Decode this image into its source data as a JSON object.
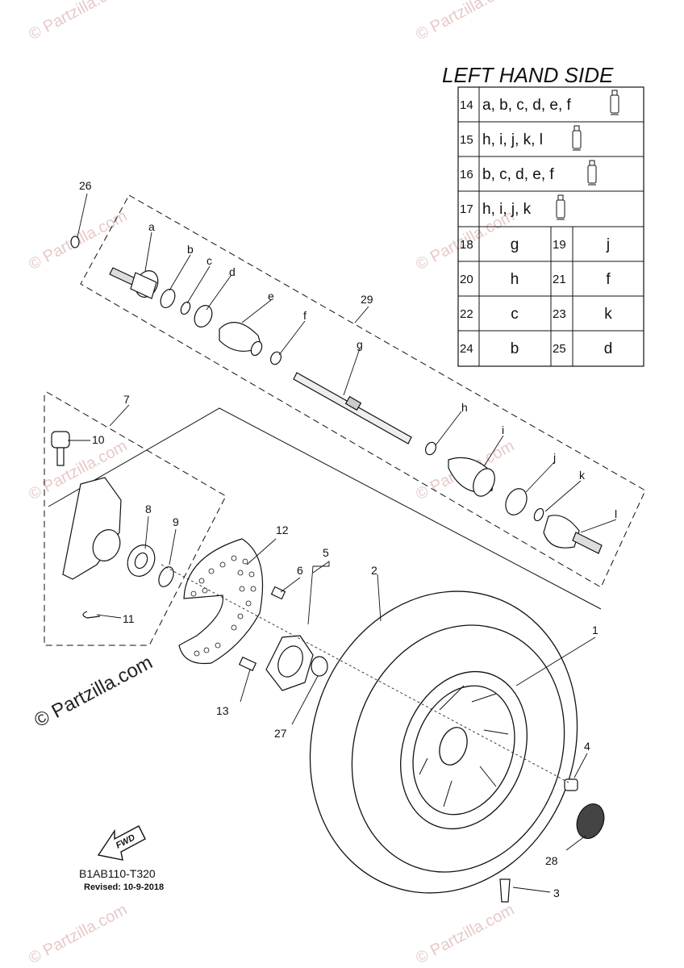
{
  "watermark": {
    "text": "© Partzilla.com",
    "main_text": "© Partzilla.com"
  },
  "table": {
    "title": "LEFT HAND SIDE",
    "lube_rows": [
      {
        "num": "14",
        "letters": "a, b, c, d, e, f"
      },
      {
        "num": "15",
        "letters": "h, i, j, k, l"
      },
      {
        "num": "16",
        "letters": "b, c, d, e, f"
      },
      {
        "num": "17",
        "letters": "h, i, j, k"
      }
    ],
    "pair_rows": [
      {
        "n1": "18",
        "v1": "g",
        "n2": "19",
        "v2": "j"
      },
      {
        "n1": "20",
        "v1": "h",
        "n2": "21",
        "v2": "f"
      },
      {
        "n1": "22",
        "v1": "c",
        "n2": "23",
        "v2": "k"
      },
      {
        "n1": "24",
        "v1": "b",
        "n2": "25",
        "v2": "d"
      }
    ]
  },
  "callouts": {
    "c1": "1",
    "c2": "2",
    "c3": "3",
    "c4": "4",
    "c5": "5",
    "c6": "6",
    "c7": "7",
    "c8": "8",
    "c9": "9",
    "c10": "10",
    "c11": "11",
    "c12": "12",
    "c13": "13",
    "c26": "26",
    "c27": "27",
    "c28": "28",
    "c29": "29",
    "a": "a",
    "b": "b",
    "c": "c",
    "d": "d",
    "e": "e",
    "f": "f",
    "g": "g",
    "h": "h",
    "i": "i",
    "j": "j",
    "k": "k",
    "l": "l"
  },
  "fwd_label": "FWD",
  "footer": {
    "code": "B1AB110-T320",
    "revised": "Revised: 10-9-2018"
  }
}
